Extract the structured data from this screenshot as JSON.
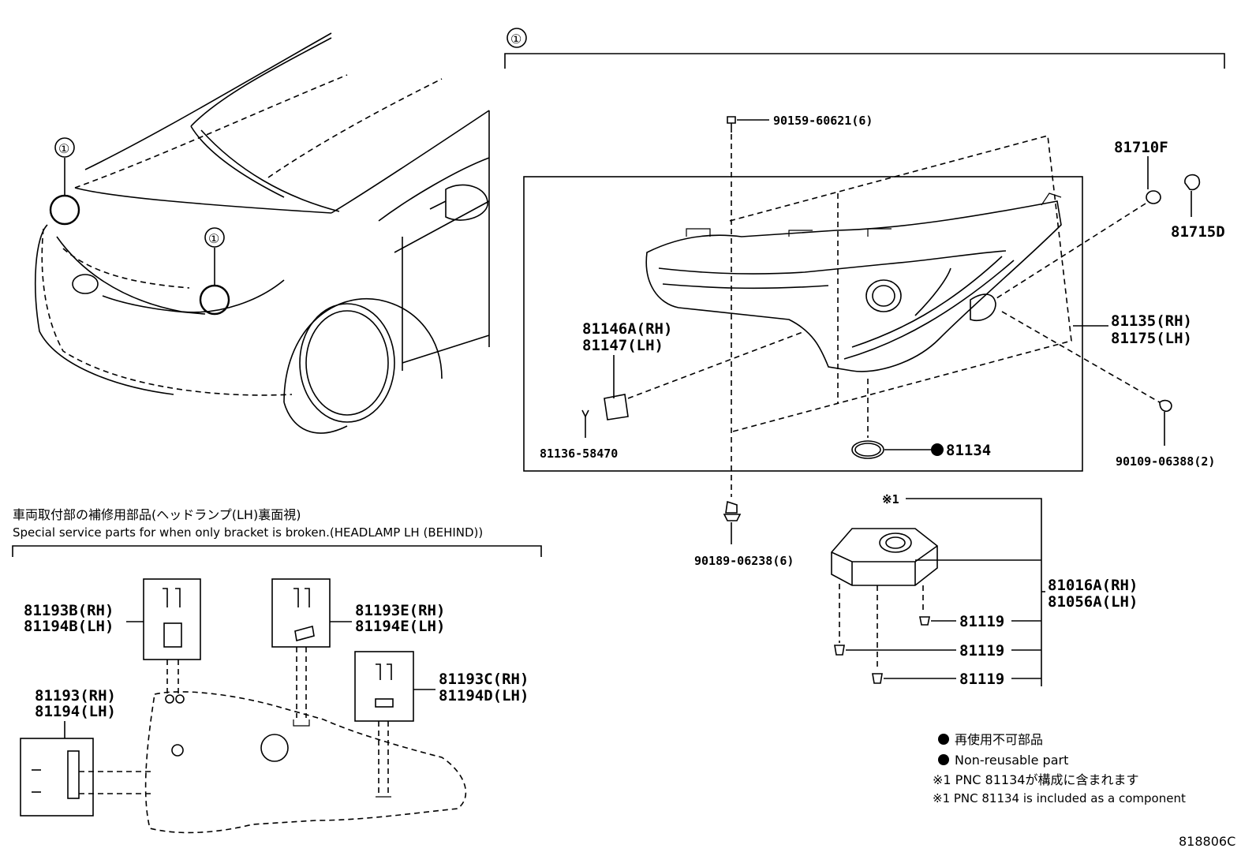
{
  "callout": "①",
  "headlamp": {
    "parts": {
      "bolt_top": "90159-60621(6)",
      "cover_f": "81710F",
      "cover_d": "81715D",
      "bracket_a_rh": "81146A(RH)",
      "bracket_a_lh": "81147(LH)",
      "screw": "81136-58470",
      "assy_rh": "81135(RH)",
      "assy_lh": "81175(LH)",
      "gasket": "81134",
      "screw_right": "90109-06388(2)",
      "bolt_bottom": "90189-06238(6)"
    }
  },
  "ballast": {
    "mark": "※1",
    "assy_rh": "81016A(RH)",
    "assy_lh": "81056A(LH)",
    "screw_1": "81119",
    "screw_2": "81119",
    "screw_3": "81119"
  },
  "bracket_kit": {
    "title_jp": "車両取付部の補修用部品(ヘッドランプ(LH)裏面視)",
    "title_en": "Special service parts for when only bracket is broken.(HEADLAMP LH (BEHIND))",
    "b_rh": "81193B(RH)",
    "b_lh": "81194B(LH)",
    "e_rh": "81193E(RH)",
    "e_lh": "81194E(LH)",
    "c_rh": "81193C(RH)",
    "d_lh": "81194D(LH)",
    "base_rh": "81193(RH)",
    "base_lh": "81194(LH)"
  },
  "legend": {
    "nonreusable_jp": "再使用不可部品",
    "nonreusable_en": "Non-reusable part",
    "note_jp": "※1 PNC 81134が構成に含まれます",
    "note_en": "※1 PNC 81134 is included as a component"
  },
  "figure_id": "818806C"
}
